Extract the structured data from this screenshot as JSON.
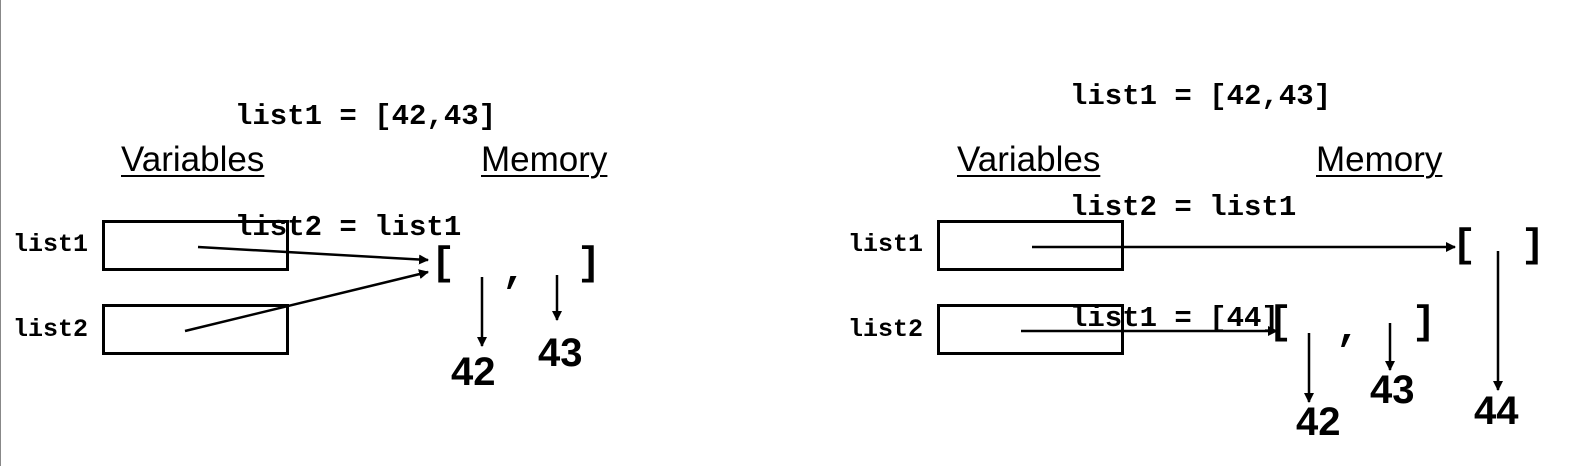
{
  "left_panel": {
    "code": [
      "list1 = [42,43]",
      "list2 = list1"
    ],
    "variables_header": "Variables",
    "memory_header": "Memory",
    "var_labels": [
      "list1",
      "list2"
    ],
    "list_open": "[",
    "list_comma": ",",
    "list_close": "]",
    "values": [
      "42",
      "43"
    ]
  },
  "right_panel": {
    "code": [
      "list1 = [42,43]",
      "list2 = list1",
      "list1 = [44]"
    ],
    "variables_header": "Variables",
    "memory_header": "Memory",
    "var_labels": [
      "list1",
      "list2"
    ],
    "list_a_open": "[",
    "list_a_comma": ",",
    "list_a_close": "]",
    "list_a_values": [
      "42",
      "43"
    ],
    "list_b_open": "[",
    "list_b_close": "]",
    "list_b_values": [
      "44"
    ]
  }
}
